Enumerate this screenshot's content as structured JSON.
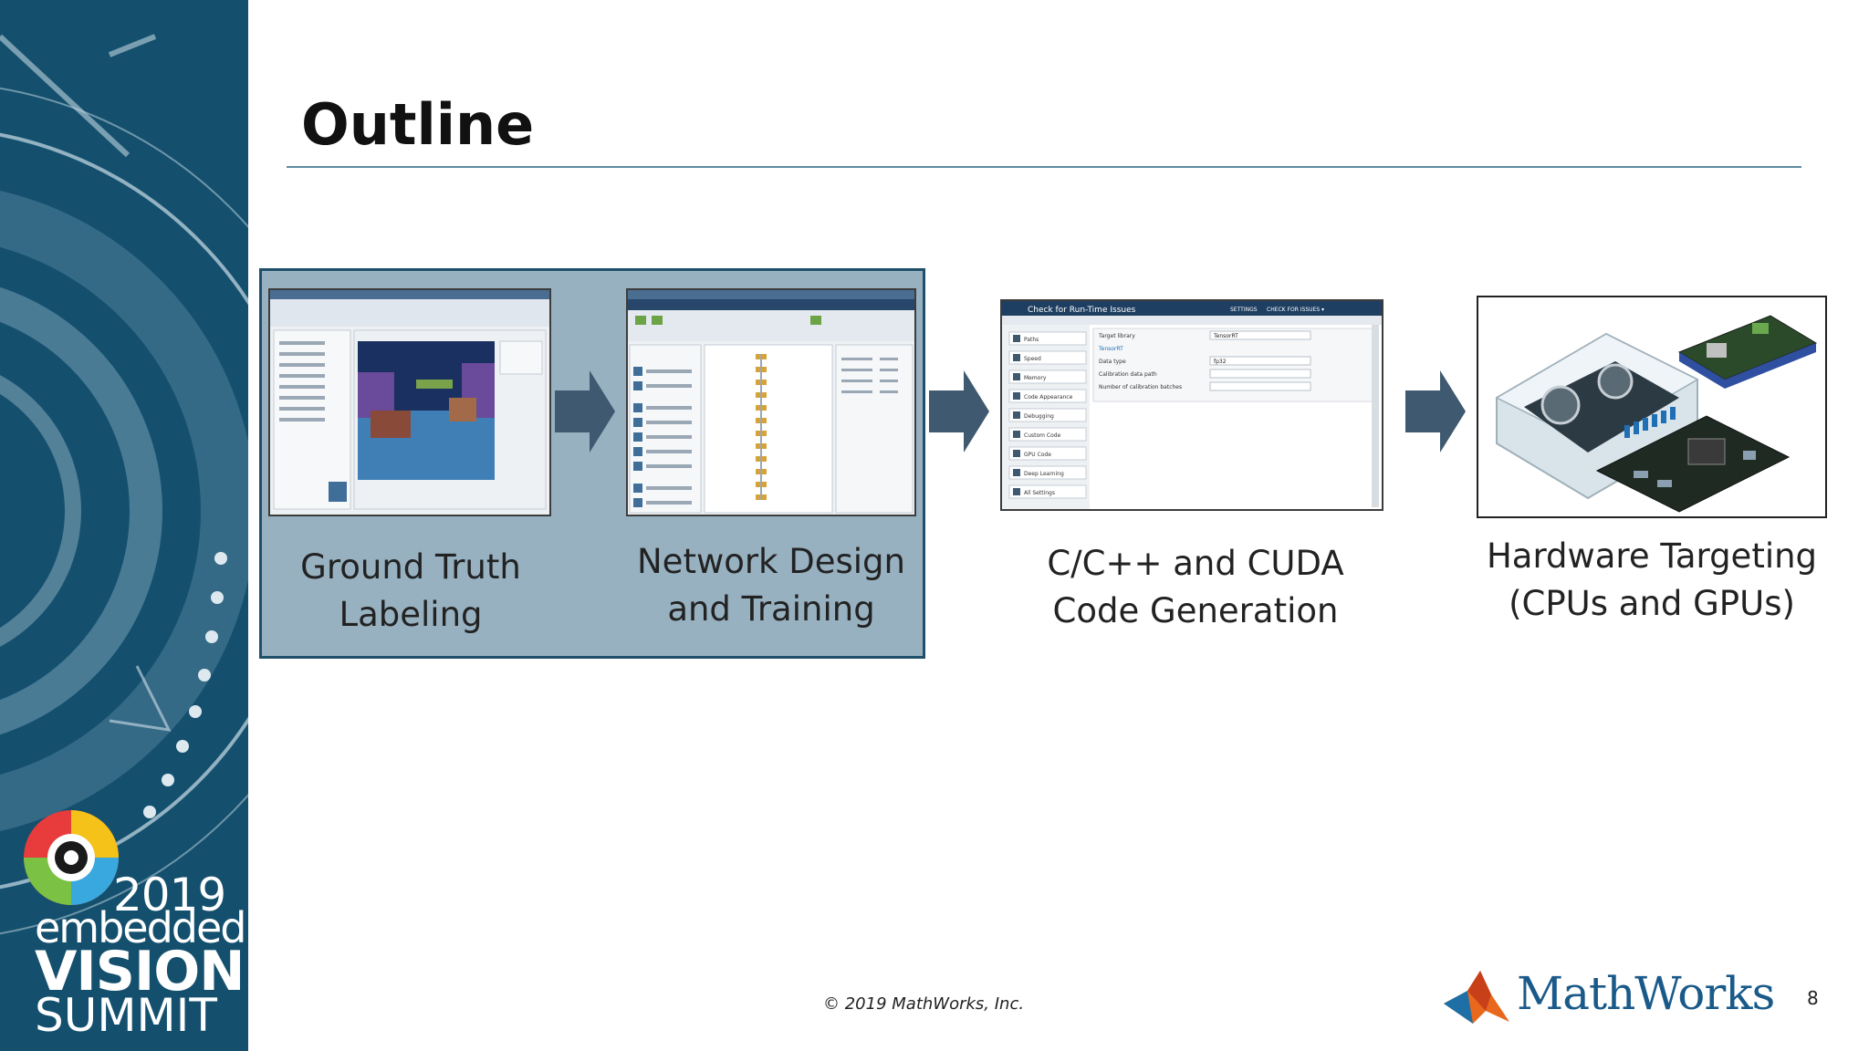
{
  "slide": {
    "title": "Outline",
    "footer": "© 2019 MathWorks, Inc.",
    "page_number": "8"
  },
  "branding": {
    "event_year": "2019",
    "event_line1": "embedded",
    "event_line2": "VISION",
    "event_line3": "SUMMIT",
    "company": "MathWorks",
    "colors": {
      "band": "#14506e",
      "highlight": "#97b1c1",
      "accent": "#1a5a8a",
      "arrow": "#3f5a70"
    }
  },
  "steps": [
    {
      "label_line1": "Ground Truth",
      "label_line2": "Labeling",
      "icon": "ground-truth-labeler-screenshot"
    },
    {
      "label_line1": "Network Design",
      "label_line2": "and Training",
      "icon": "deep-network-designer-screenshot"
    },
    {
      "label_line1": "C/C++ and CUDA",
      "label_line2": "Code Generation",
      "icon": "code-generation-settings-screenshot"
    },
    {
      "label_line1": "Hardware Targeting",
      "label_line2": "(CPUs and GPUs)",
      "icon": "embedded-boards-photo"
    }
  ],
  "codegen_window": {
    "title": "Check for Run-Time Issues",
    "menu_settings": "SETTINGS",
    "menu_check": "CHECK FOR ISSUES ▾",
    "side_items": [
      "Paths",
      "Speed",
      "Memory",
      "Code Appearance",
      "Debugging",
      "Custom Code",
      "GPU Code",
      "Deep Learning",
      "All Settings"
    ],
    "fields": [
      {
        "label": "Target library",
        "value": "TensorRT"
      },
      {
        "label": "TensorRT",
        "value": ""
      },
      {
        "label": "Data type",
        "value": "fp32"
      },
      {
        "label": "Calibration data path",
        "value": ""
      },
      {
        "label": "Number of calibration batches",
        "value": ""
      }
    ]
  }
}
